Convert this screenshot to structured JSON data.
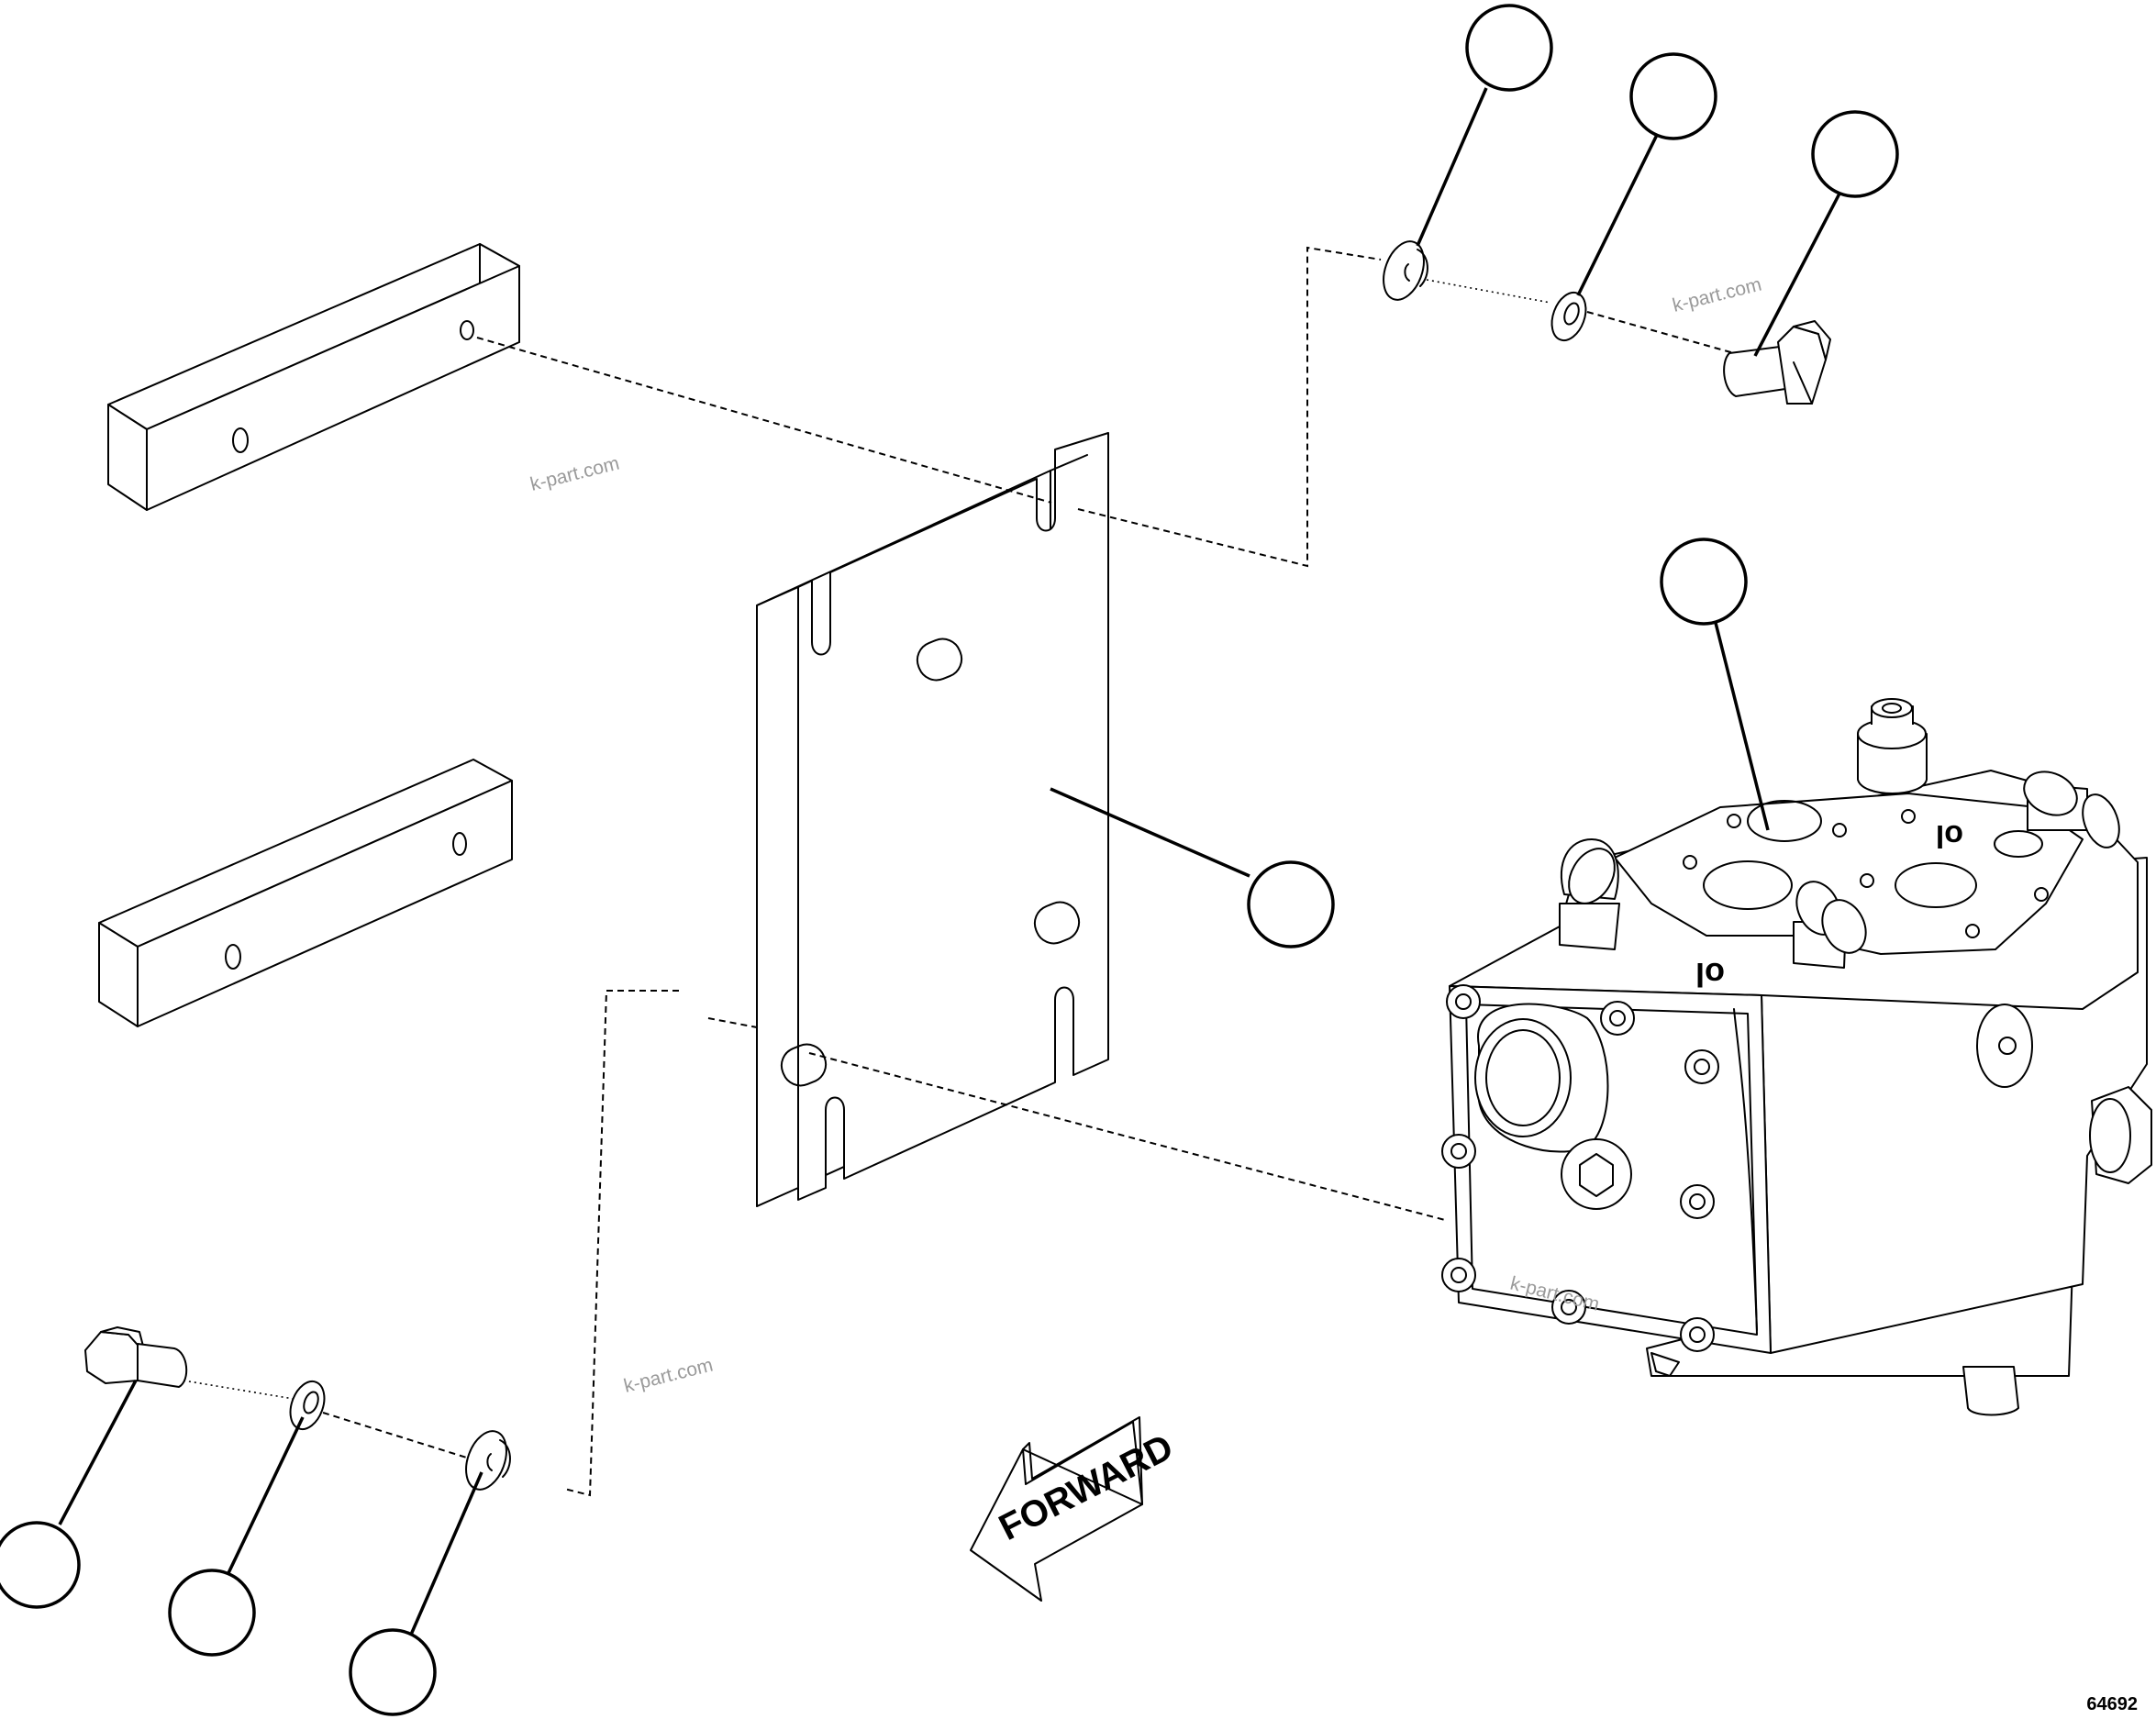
{
  "diagram": {
    "direction_label": "FORWARD",
    "figure_number": "64692",
    "watermark": "k-part.com",
    "callouts": [
      {
        "id": "washer-top",
        "label": ""
      },
      {
        "id": "lockwasher-top",
        "label": ""
      },
      {
        "id": "bolt-top",
        "label": ""
      },
      {
        "id": "pump",
        "label": ""
      },
      {
        "id": "mounting-plate",
        "label": ""
      },
      {
        "id": "bolt-bottom",
        "label": ""
      },
      {
        "id": "lockwasher-bottom",
        "label": ""
      },
      {
        "id": "washer-bottom",
        "label": ""
      }
    ]
  }
}
